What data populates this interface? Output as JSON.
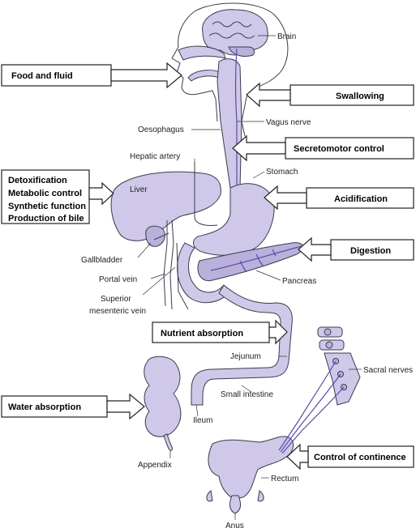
{
  "labels": {
    "brain": "Brain",
    "oesophagus": "Oesophagus",
    "vagus_nerve": "Vagus nerve",
    "hepatic_artery": "Hepatic artery",
    "stomach": "Stomach",
    "liver": "Liver",
    "gallbladder": "Gallbladder",
    "portal_vein": "Portal vein",
    "sup_mesenteric_1": "Superior",
    "sup_mesenteric_2": "mesenteric vein",
    "pancreas": "Pancreas",
    "jejunum": "Jejunum",
    "small_intestine": "Small intestine",
    "ileum": "Ileum",
    "appendix": "Appendix",
    "sacral_nerves": "Sacral nerves",
    "rectum": "Rectum",
    "anus": "Anus"
  },
  "boxes": {
    "food_fluid": "Food and fluid",
    "swallowing": "Swallowing",
    "secretomotor": "Secretomotor control",
    "liver_functions": [
      "Detoxification",
      "Metabolic control",
      "Synthetic function",
      "Production of bile"
    ],
    "acidification": "Acidification",
    "digestion": "Digestion",
    "nutrient_absorption": "Nutrient absorption",
    "water_absorption": "Water absorption",
    "control_continence": "Control of continence"
  },
  "colors": {
    "organ_fill": "#cfc8e8",
    "nerve": "#5a4aa8"
  }
}
